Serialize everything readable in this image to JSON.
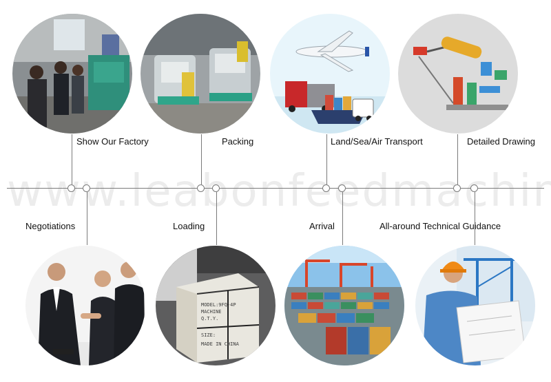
{
  "watermark": "www.leabonfeedmachinery.com",
  "steps_top": [
    {
      "label": "Show Our Factory",
      "photo": "factory-visit-photo"
    },
    {
      "label": "Packing",
      "photo": "packed-machines-photo"
    },
    {
      "label": "Land/Sea/Air Transport",
      "photo": "transport-vehicles-photo"
    },
    {
      "label": "Detailed Drawing",
      "photo": "plant-layout-drawing-photo"
    }
  ],
  "steps_bottom": [
    {
      "label": "Negotiations",
      "photo": "business-handshake-photo"
    },
    {
      "label": "Loading",
      "photo": "wooden-crate-photo"
    },
    {
      "label": "Arrival",
      "photo": "container-port-photo"
    },
    {
      "label": "All-around Technical Guidance",
      "photo": "engineer-with-blueprint-photo"
    }
  ],
  "crate_text": [
    "MODEL:9FQ-4P",
    "MACHINE",
    "Q.T.Y.",
    "SIZE:",
    "MADE IN CHINA"
  ]
}
